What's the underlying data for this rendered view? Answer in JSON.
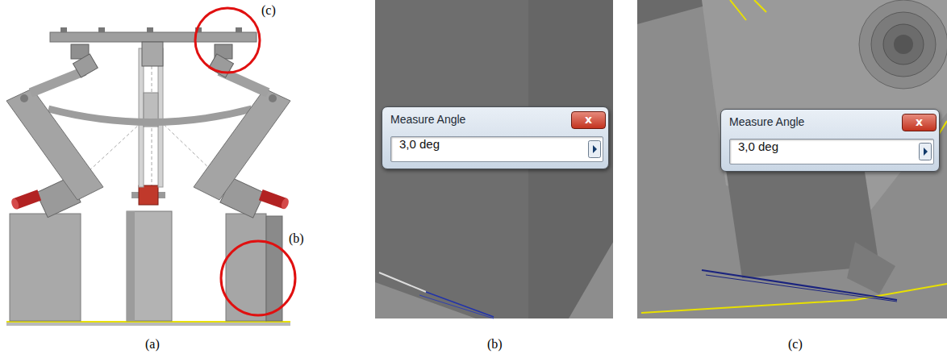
{
  "diagram": {
    "nodes": [
      {
        "text": [
          "Measure Angle"
        ]
      },
      {
        "text": [
          "3,0 deg"
        ],
        "in": 0
      },
      {
        "text": [
          "x"
        ],
        "in": 0
      },
      {
        "text": [
          "Measure Angle"
        ]
      },
      {
        "text": [
          "3,0 deg"
        ],
        "in": 3
      },
      {
        "text": [
          "x"
        ],
        "in": 3
      }
    ],
    "labels": [
      "(c)",
      "(b)",
      "(a)",
      "(b)",
      "(c)"
    ]
  }
}
